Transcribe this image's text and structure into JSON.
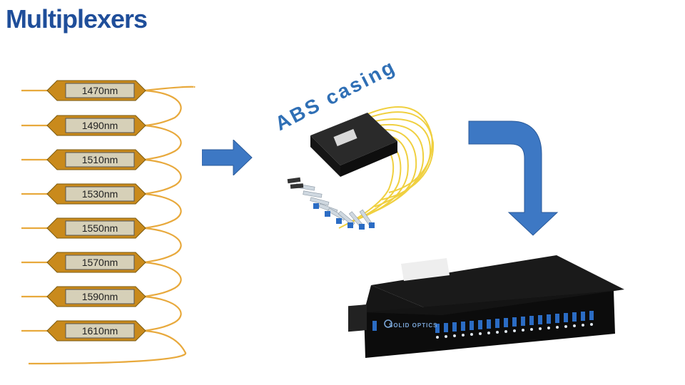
{
  "slide": {
    "title": "Multiplexers",
    "casing_label": "ABS casing",
    "brand_label": "SOLID OPTICS"
  },
  "filters": [
    {
      "label": "1470nm"
    },
    {
      "label": "1490nm"
    },
    {
      "label": "1510nm"
    },
    {
      "label": "1530nm"
    },
    {
      "label": "1550nm"
    },
    {
      "label": "1570nm"
    },
    {
      "label": "1590nm"
    },
    {
      "label": "1610nm"
    }
  ],
  "colors": {
    "title": "#1f4e9a",
    "casing_text": "#2f6fb5",
    "arrow": "#3d78c4",
    "fiber": "#e8a93c",
    "filter_body": "#d6d0b8",
    "filter_end": "#c98a1c",
    "module": "#1c1c1c",
    "rack": "#111111",
    "connector": "#2b6cc4"
  }
}
